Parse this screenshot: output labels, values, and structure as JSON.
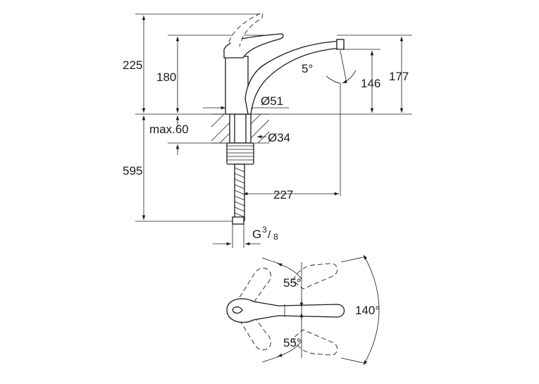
{
  "dimensions": {
    "height_total": "225",
    "height_body": "180",
    "spout_angle": "5°",
    "spout_height_low": "146",
    "spout_height_high": "177",
    "body_diameter": "Ø51",
    "max_thickness": "max.60",
    "hole_diameter": "Ø34",
    "hose_length": "595",
    "spout_reach": "227",
    "connection_prefix": "G",
    "connection_num": "3",
    "connection_den": "8",
    "lever_angle_top": "55°",
    "lever_angle_bottom": "55°",
    "swivel_angle": "140°"
  }
}
